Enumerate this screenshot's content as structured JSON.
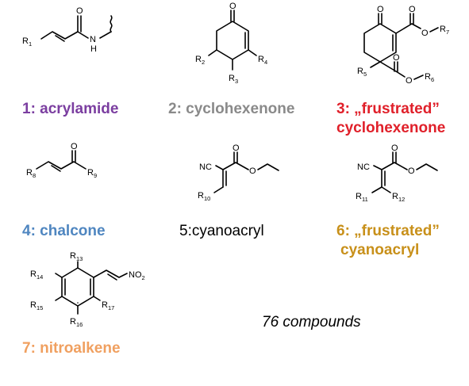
{
  "colors": {
    "acrylamide": "#7b3ea0",
    "cyclohexenone": "#8a8a8a",
    "frustrated_cyclohexenone": "#e0202a",
    "chalcone": "#4f86c0",
    "cyanoacryl": "#000000",
    "frustrated_cyanoacryl": "#c8901a",
    "nitroalkene": "#f0a060"
  },
  "captions": {
    "c1": "1: acrylamide",
    "c2": "2: cyclohexenone",
    "c3_line1": "3: „frustrated”",
    "c3_line2": "cyclohexenone",
    "c4": "4: chalcone",
    "c5": "5:cyanoacryl",
    "c6_line1": "6: „frustrated”",
    "c6_line2": "cyanoacryl",
    "c7": "7: nitroalkene"
  },
  "total": "76 compounds",
  "atoms": {
    "O": "O",
    "N": "N",
    "H": "H",
    "NC": "NC",
    "NO": "NO",
    "two": "2",
    "R": "R"
  },
  "substituents": {
    "r1": "1",
    "r2": "2",
    "r3": "3",
    "r4": "4",
    "r5": "5",
    "r6": "6",
    "r7": "7",
    "r8": "8",
    "r9": "9",
    "r10": "10",
    "r11": "11",
    "r12": "12",
    "r13": "13",
    "r14": "14",
    "r15": "15",
    "r16": "16",
    "r17": "17"
  }
}
